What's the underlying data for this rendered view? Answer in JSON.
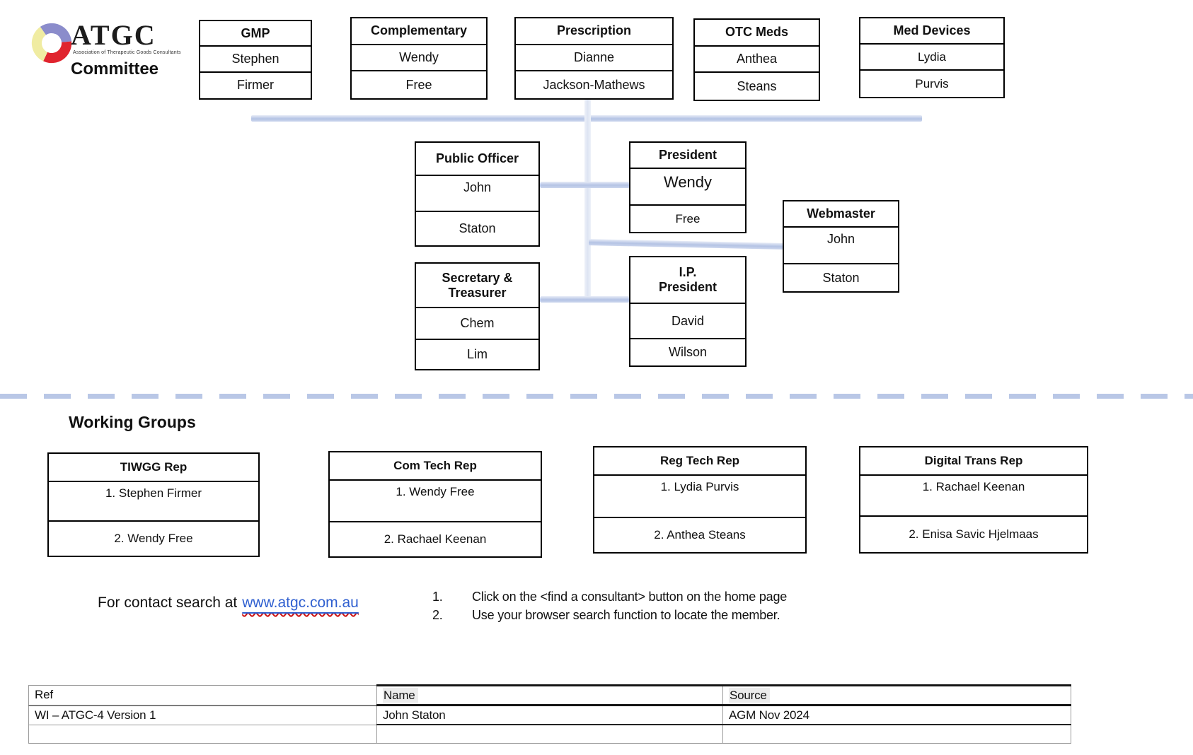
{
  "logo": {
    "brand": "ATGC",
    "tagline": "Association of Therapeutic Goods Consultants",
    "subtitle": "Committee"
  },
  "committee": {
    "top_boxes": [
      {
        "title": "GMP",
        "line1": "Stephen",
        "line2": "Firmer"
      },
      {
        "title": "Complementary",
        "line1": "Wendy",
        "line2": "Free"
      },
      {
        "title": "Prescription",
        "line1": "Dianne",
        "line2": "Jackson-Mathews"
      },
      {
        "title": "OTC Meds",
        "line1": "Anthea",
        "line2": "Steans"
      },
      {
        "title": "Med Devices",
        "line1": "Lydia",
        "line2": "Purvis"
      }
    ],
    "officers": [
      {
        "title": "Public Officer",
        "line1": "John",
        "line2": "Staton"
      },
      {
        "title": "President",
        "line1": "Wendy",
        "line2": "Free"
      },
      {
        "title": "Webmaster",
        "line1": "John",
        "line2": "Staton"
      },
      {
        "title": "Secretary &\nTreasurer",
        "line1": "Chem",
        "line2": "Lim"
      },
      {
        "title": "I.P.\nPresident",
        "line1": "David",
        "line2": "Wilson"
      }
    ]
  },
  "working_groups": {
    "heading": "Working Groups",
    "boxes": [
      {
        "title": "TIWGG Rep",
        "line1": "1. Stephen Firmer",
        "line2": "2. Wendy Free"
      },
      {
        "title": "Com Tech Rep",
        "line1": "1. Wendy Free",
        "line2": "2. Rachael Keenan"
      },
      {
        "title": "Reg Tech Rep",
        "line1": "1. Lydia Purvis",
        "line2": "2. Anthea Steans"
      },
      {
        "title": "Digital Trans Rep",
        "line1": "1. Rachael Keenan",
        "line2": "2. Enisa Savic Hjelmaas"
      }
    ]
  },
  "contact": {
    "text": "For contact search at",
    "link": "www.atgc.com.au",
    "instructions": [
      {
        "num": "1.",
        "text": "Click on the <find a consultant> button on the home page"
      },
      {
        "num": "2.",
        "text": "Use your browser search function to locate the member."
      }
    ]
  },
  "footer_table": {
    "headers": [
      "Ref",
      "Name",
      "Source"
    ],
    "rows": [
      [
        "WI – ATGC-4 Version 1",
        "John Staton",
        "AGM Nov 2024"
      ],
      [
        "",
        "",
        ""
      ]
    ]
  },
  "colors": {
    "connector": "#b4c3e4",
    "dashed_divider": "#b9c7e6",
    "link": "#2f5fd0",
    "logo_purple": "#8b8ccb",
    "logo_red": "#e0242e",
    "logo_yellow": "#f0eca2"
  }
}
